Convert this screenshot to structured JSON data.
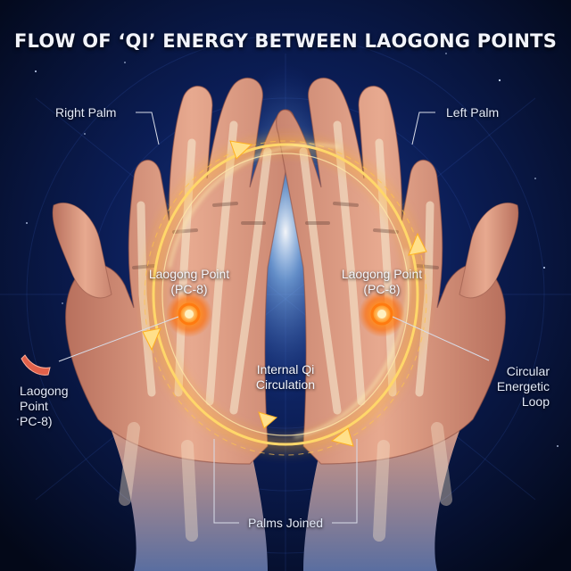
{
  "title": "FLOW OF ‘QI’ ENERGY BETWEEN LAOGONG POINTS",
  "labels": {
    "right_palm": "Right Palm",
    "left_palm": "Left Palm",
    "point_left_line1": "Laogong Point",
    "point_left_line2": "(PC-8)",
    "point_right_line1": "Laogong Point",
    "point_right_line2": "(PC-8)",
    "side_point_line1": "Laogong",
    "side_point_line2": "Point",
    "side_point_line3": "PC-8)",
    "internal_line1": "Internal Qi",
    "internal_line2": "Circulation",
    "loop_line1": "Circular",
    "loop_line2": "Energetic",
    "loop_line3": "Loop",
    "palms_joined": "Palms Joined"
  },
  "colors": {
    "background": "#050d2a",
    "glow": "#ffd76a",
    "ring": "#ffb52e",
    "point": "#ff8a1c",
    "skin": "#d9977e",
    "bone": "#f1dcc0",
    "leader": "#d8dce8"
  },
  "icons": [
    "arrow-icon",
    "laogong-point-icon",
    "meridian-icon"
  ]
}
